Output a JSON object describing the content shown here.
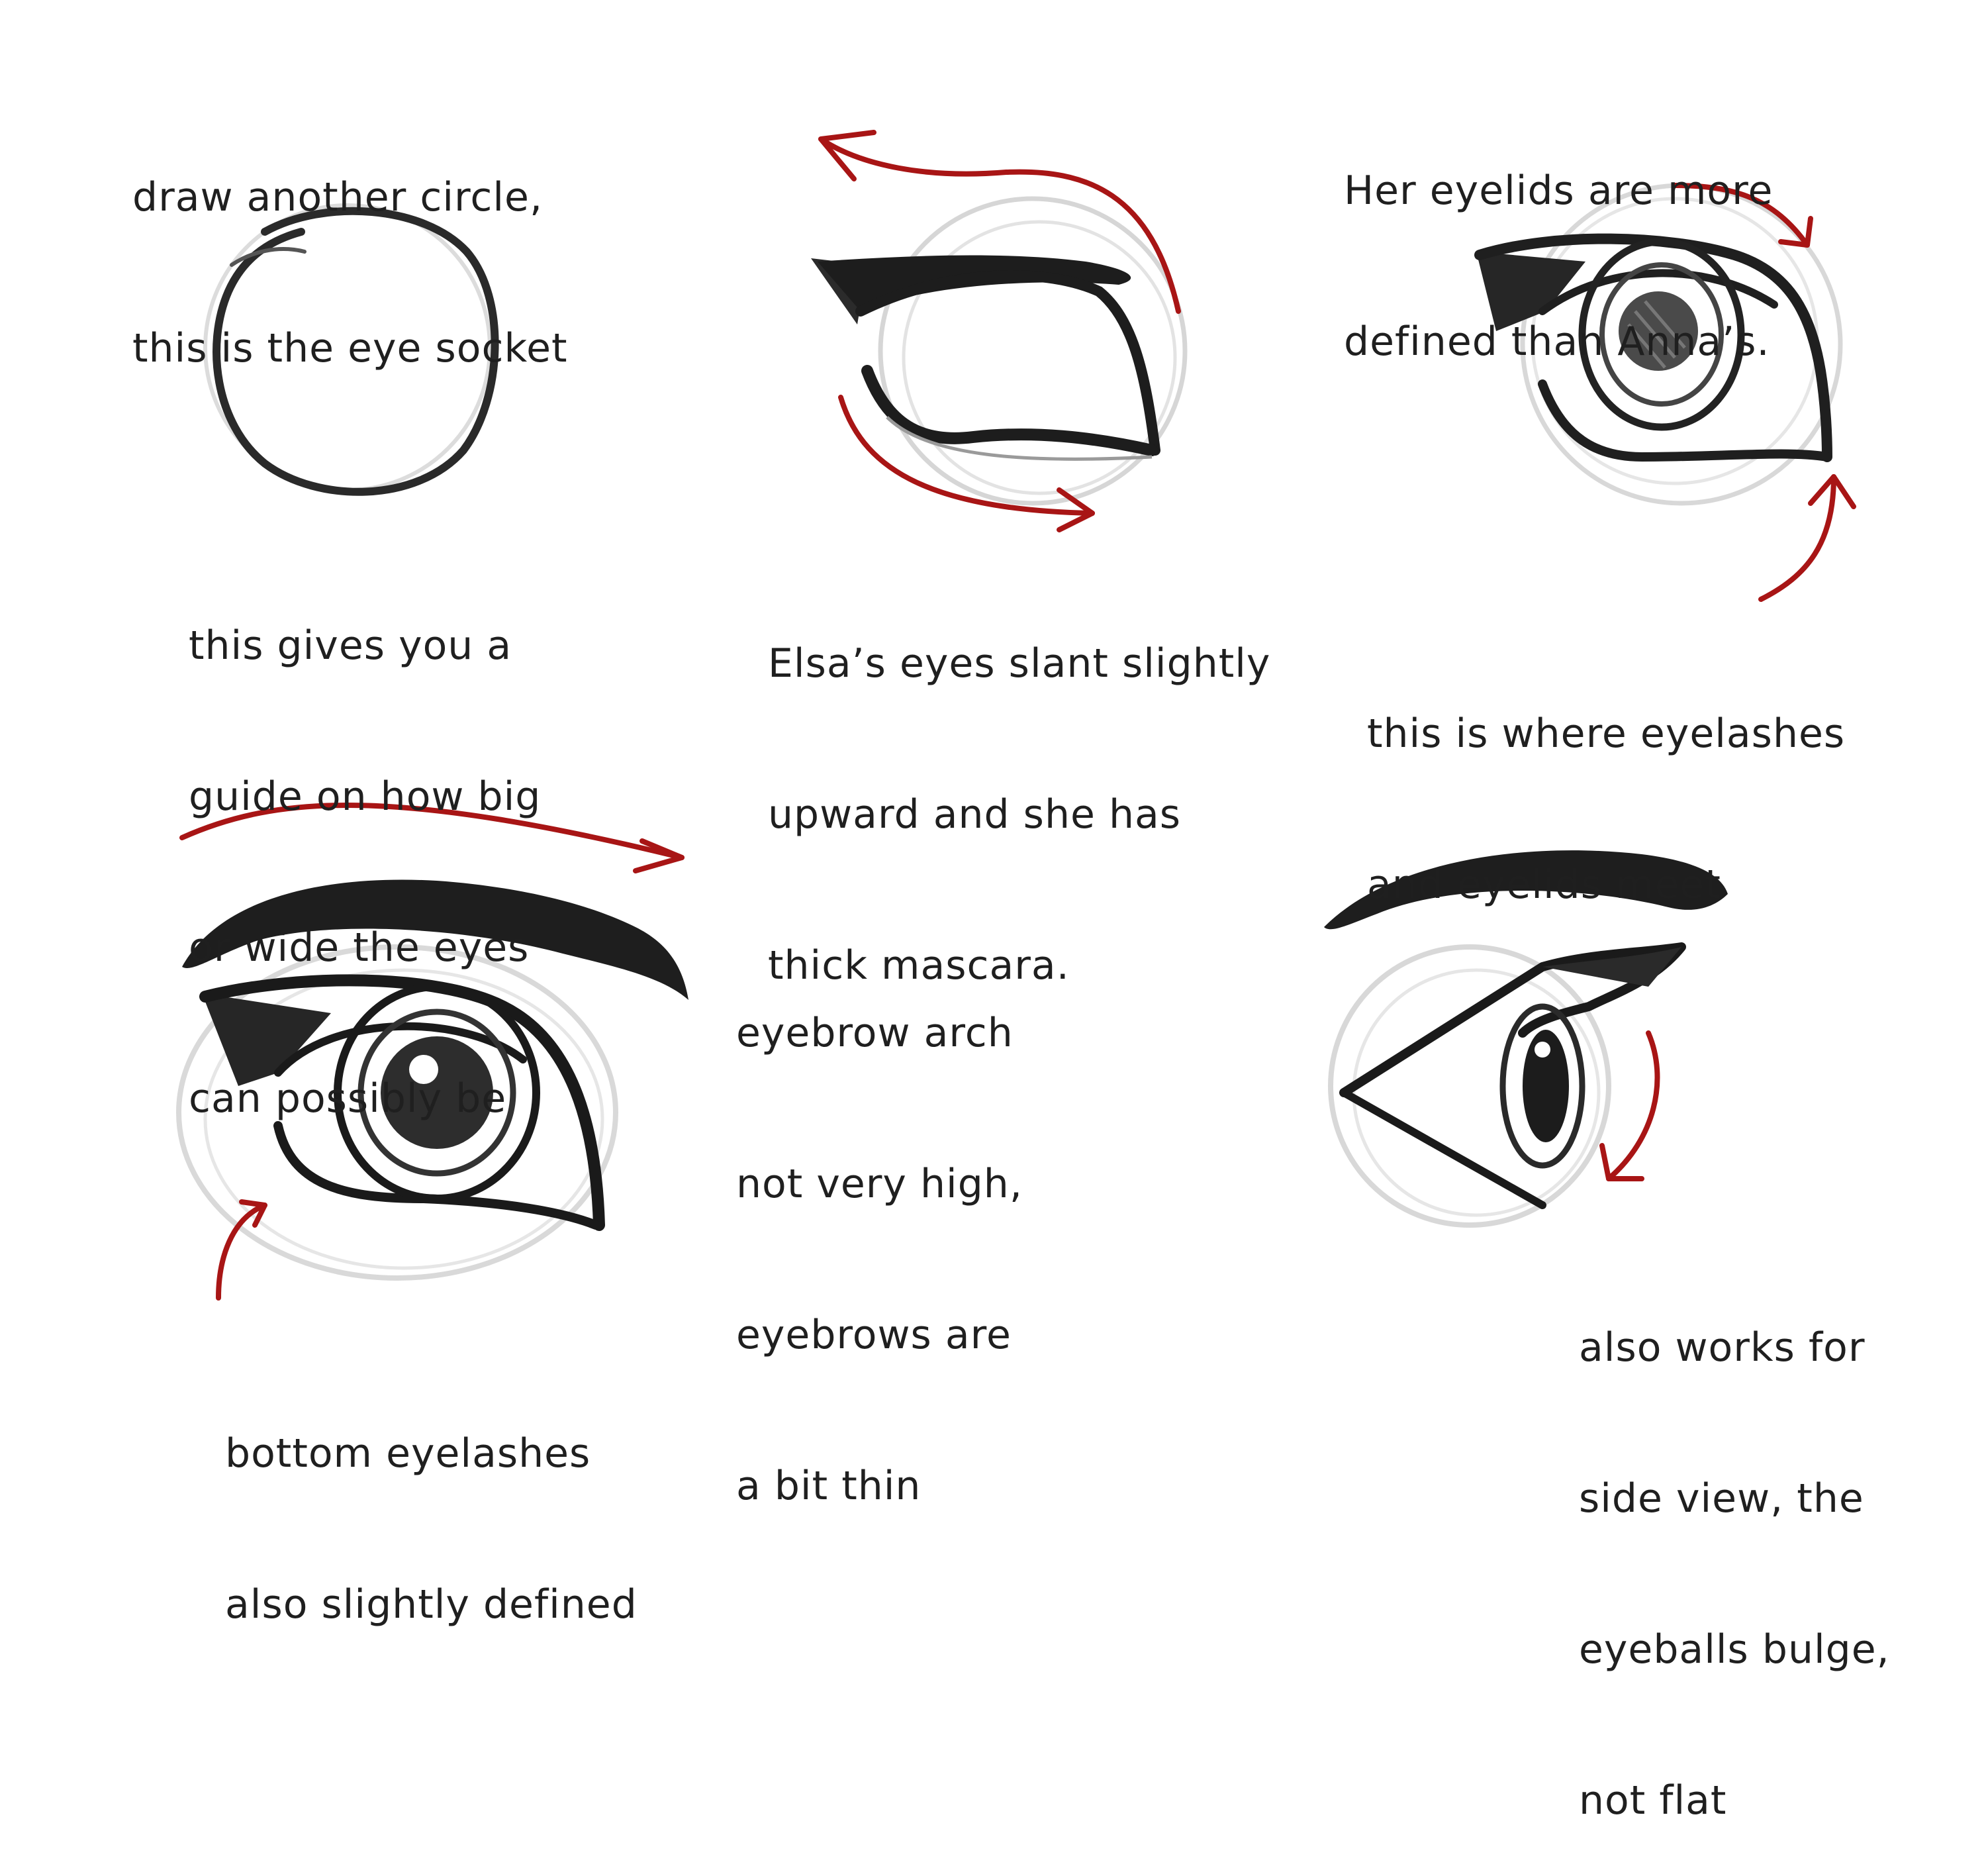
{
  "annotations": {
    "socket": [
      "draw another circle,",
      "this is the eye socket"
    ],
    "guide": [
      "this gives you a",
      "guide on how big",
      "or wide the eyes",
      "can possibly be"
    ],
    "slant": [
      "Elsa’s eyes slant slightly",
      "upward and she has",
      "thick mascara."
    ],
    "eyelids": [
      "Her eyelids are more",
      "defined than Anna’s."
    ],
    "meet": [
      "this is where eyelashes",
      "and eyelids meet"
    ],
    "eyebrow": [
      "eyebrow arch",
      "not very high,",
      "eyebrows are",
      "a bit thin"
    ],
    "bottom": [
      "bottom eyelashes",
      "also slightly defined"
    ],
    "side": [
      "also works for",
      "side view, the",
      "eyeballs bulge,",
      "not flat"
    ]
  },
  "colors": {
    "ink": "#1f1f1f",
    "arrow": "#a81515",
    "pencil": "#cfcfcf"
  }
}
